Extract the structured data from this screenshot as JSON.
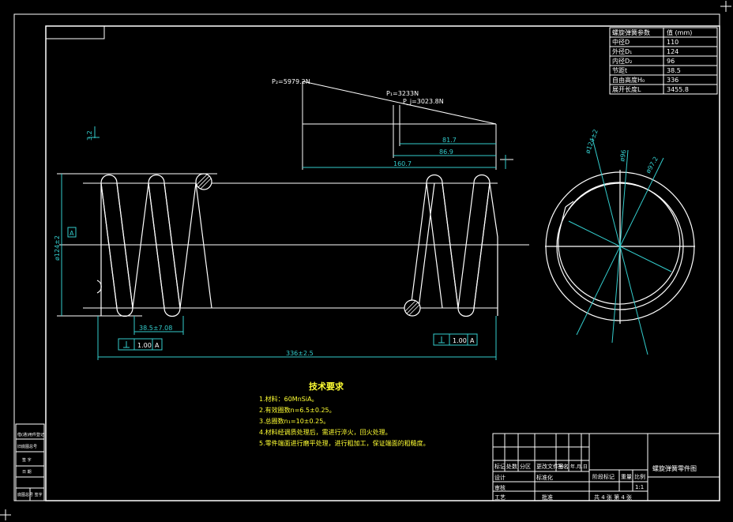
{
  "params_table": {
    "header_param": "螺旋弹簧参数",
    "header_value": "值 (mm)",
    "rows": [
      {
        "name": "中径D",
        "value": "110"
      },
      {
        "name": "外径D₁",
        "value": "124"
      },
      {
        "name": "内径D₂",
        "value": "96"
      },
      {
        "name": "节距t",
        "value": "38.5"
      },
      {
        "name": "自由高度H₀",
        "value": "336"
      },
      {
        "name": "展开长度L",
        "value": "3455.8"
      }
    ]
  },
  "load_diagram": {
    "p2": "P₂=5979.2N",
    "p1": "P₁=3233N",
    "pj": "P_j=3023.8N",
    "dim_1": "81.7",
    "dim_2": "86.9",
    "dim_3": "160.7"
  },
  "dimensions": {
    "diameter": "ø124±2",
    "pitch": "38.5±7.08",
    "length": "336±2.5",
    "roughness_top": "3.2",
    "datum": "A"
  },
  "tolerance_left": {
    "tol": "1.00",
    "datum": "A"
  },
  "tolerance_right": {
    "tol": "1.00",
    "datum": "A"
  },
  "end_view": {
    "dim_a": "ø124±2",
    "dim_b": "ø96",
    "dim_c": "ø97.2"
  },
  "tech_req": {
    "title": "技术要求",
    "items": [
      "1.材料：60MnSiA。",
      "2.有效圈数n=6.5±0.25。",
      "3.总圈数n₁=10±0.25。",
      "4.材料经调质处理后，需进行淬火，回火处理。",
      "5.零件端面进行磨平处理，进行粗加工，保证端面的粗糙度。"
    ]
  },
  "title_block": {
    "drawing_name": "螺旋弹簧零件图",
    "row_labels": [
      "标记",
      "处数",
      "分区",
      "更改文件号",
      "签名",
      "年.月.日"
    ],
    "design": "设计",
    "standardize": "标准化",
    "review": "审核",
    "process": "工艺",
    "approve": "批准",
    "stage_mark": "阶段标记",
    "weight": "重量",
    "scale_label": "比例",
    "scale": "1:1",
    "sheet": "共 4 张  第 4 张"
  },
  "left_strip": {
    "items": [
      "借(通)用件登记",
      "旧底图总号",
      "签 字",
      "日 期",
      "底图总号 签字"
    ]
  }
}
